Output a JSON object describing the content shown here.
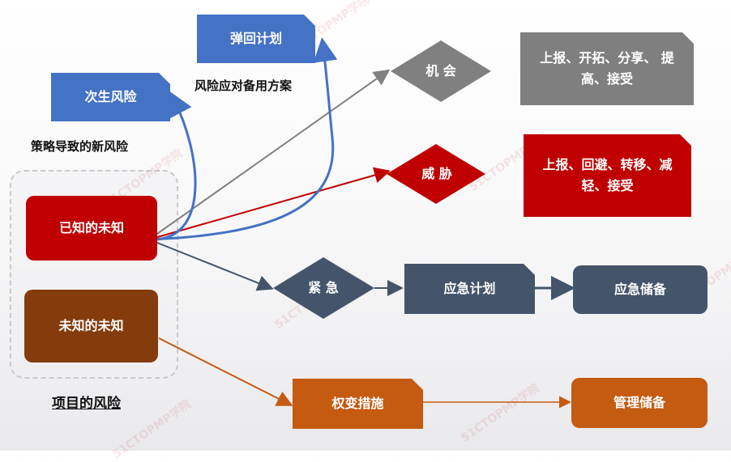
{
  "title_bottom": "项目的风险",
  "known_unknown": "已知的未知",
  "unknown_unknown": "未知的未知",
  "secondary_risk": "次生风险",
  "secondary_caption": "策略导致的新风险",
  "fallback_plan": "弹回计划",
  "fallback_caption": "风险应对备用方案",
  "opportunity": "机  会",
  "opportunity_strategies": "上报、开拓、分享、 提高、接受",
  "threat": "威  胁",
  "threat_strategies": "上报、回避、转移、减轻、接受",
  "urgent": "紧  急",
  "contingency_plan": "应急计划",
  "contingency_reserve": "应急储备",
  "workaround": "权变措施",
  "management_reserve": "管理储备",
  "watermark": "51CTOPMP学院",
  "colors": {
    "red": "#c00000",
    "brown": "#843c0c",
    "blue": "#4472c4",
    "gray": "#7f7f7f",
    "slate": "#44546a",
    "orange": "#c55a11"
  }
}
